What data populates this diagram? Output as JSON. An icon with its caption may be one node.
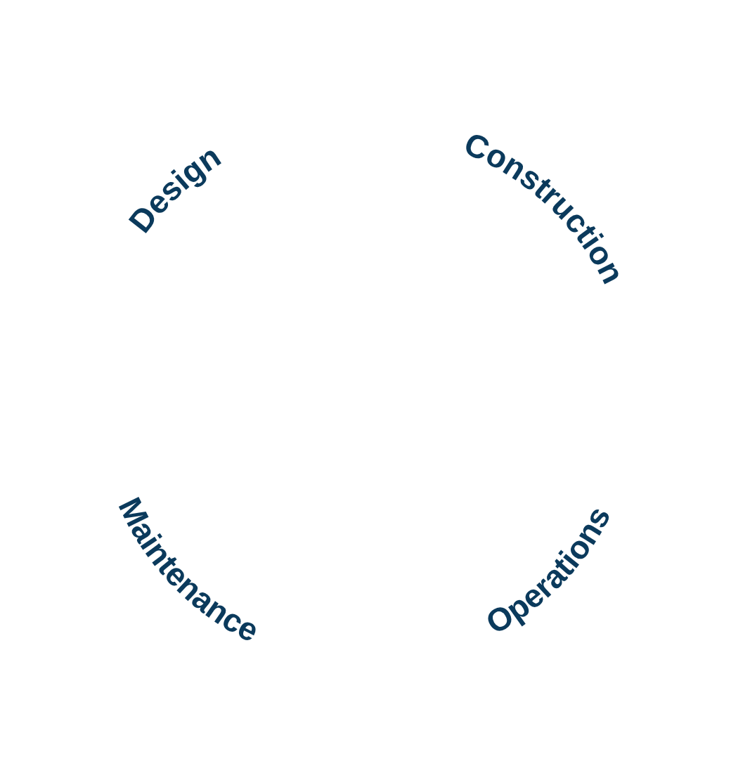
{
  "diagram": {
    "labels": [
      "Design",
      "Construction",
      "Maintenance",
      "Operations"
    ]
  }
}
